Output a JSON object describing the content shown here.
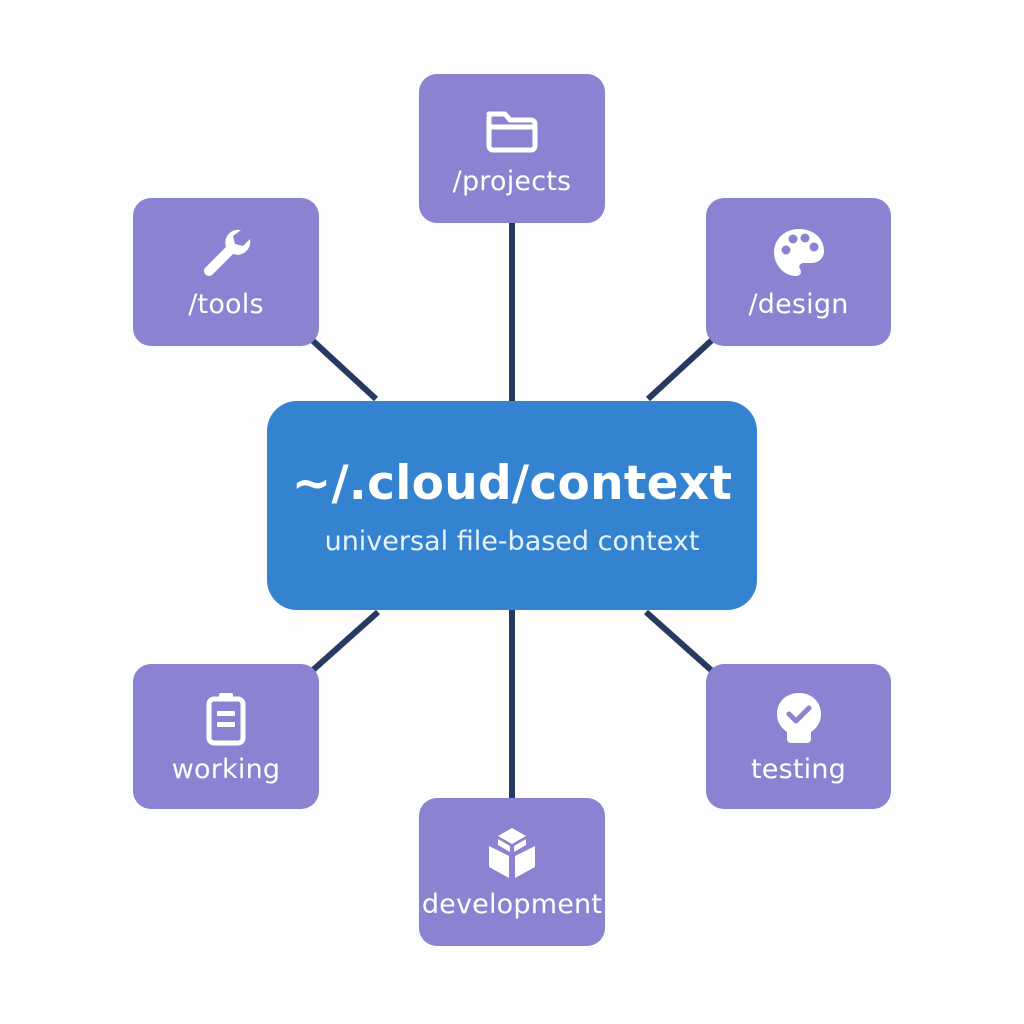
{
  "center": {
    "title": "~/.cloud/context",
    "subtitle": "universal file-based context"
  },
  "nodes": {
    "projects": {
      "label": "/projects",
      "icon": "folder-icon"
    },
    "tools": {
      "label": "/tools",
      "icon": "wrench-icon"
    },
    "design": {
      "label": "/design",
      "icon": "palette-icon"
    },
    "working": {
      "label": "working",
      "icon": "clipboard-icon"
    },
    "testing": {
      "label": "testing",
      "icon": "badge-check-icon"
    },
    "development": {
      "label": "development",
      "icon": "cubes-icon"
    }
  },
  "colors": {
    "node_fill": "#8c82d2",
    "center_fill": "#3483d1",
    "connector": "#263a61",
    "background": "#fdfdfe",
    "text": "#ffffff"
  }
}
